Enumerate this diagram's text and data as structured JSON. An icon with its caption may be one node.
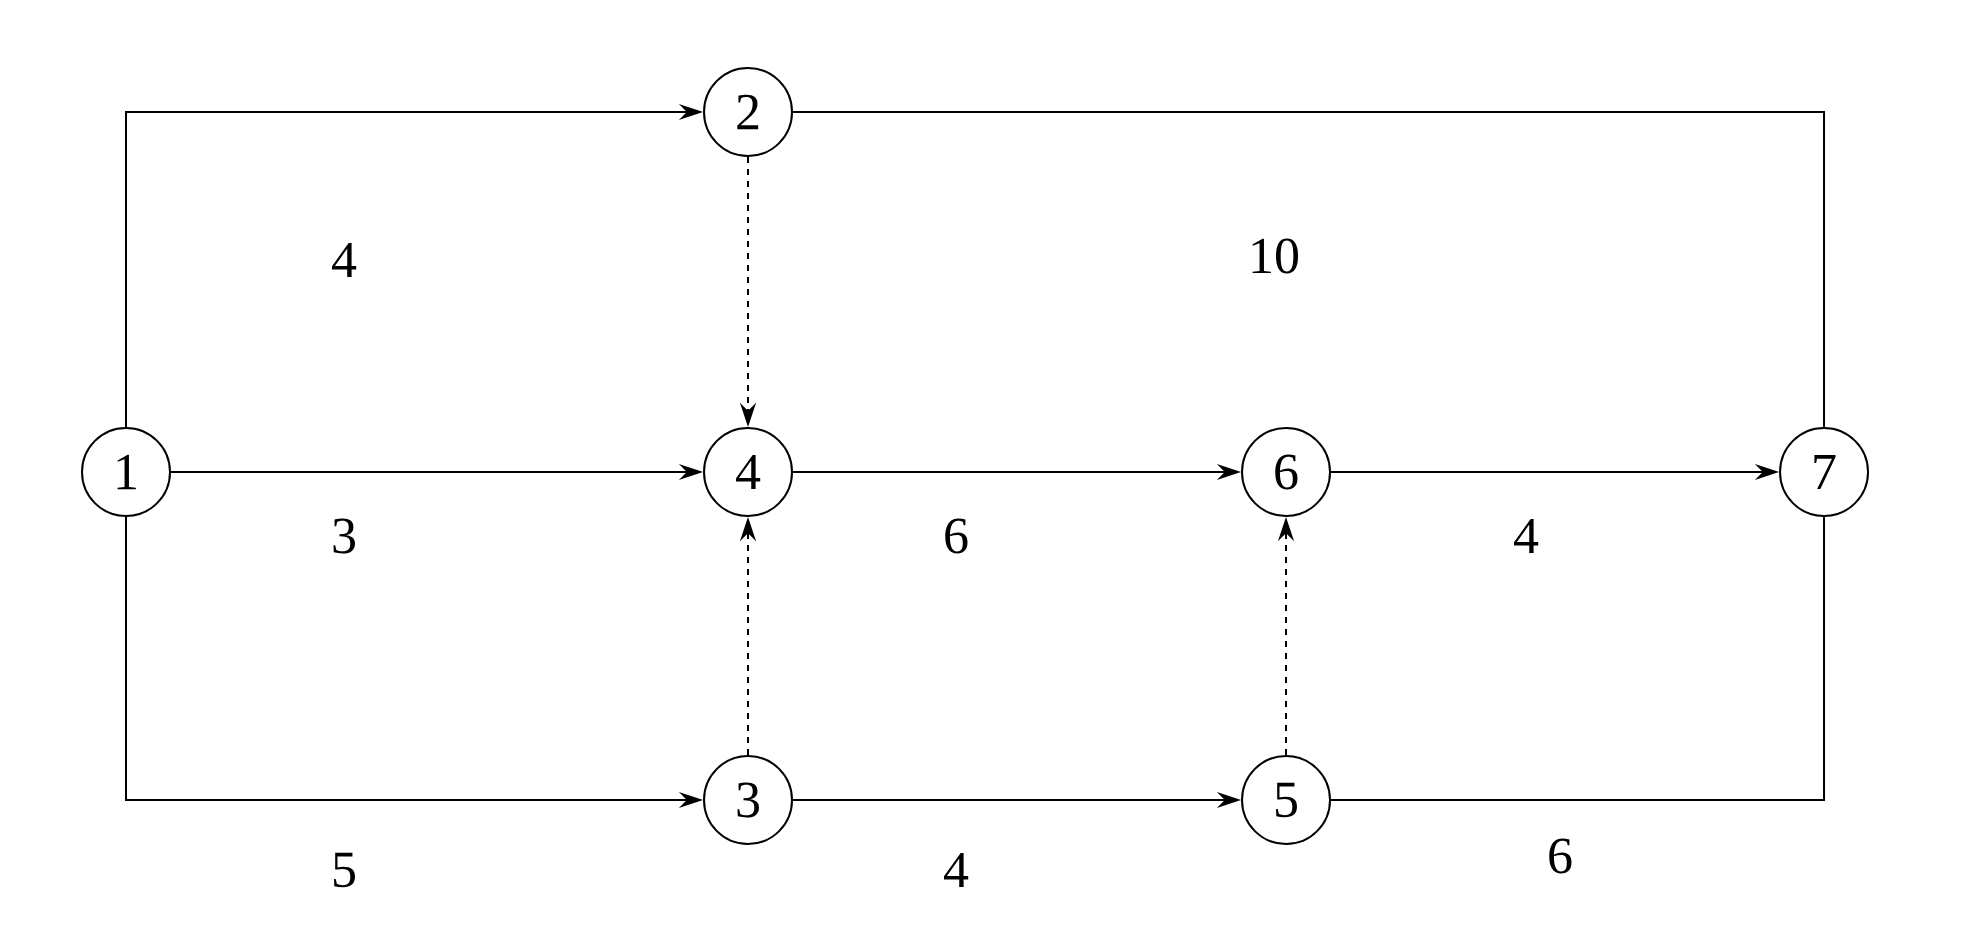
{
  "diagram": {
    "nodes": [
      {
        "text": [
          "1"
        ]
      },
      {
        "text": [
          "2"
        ]
      },
      {
        "text": [
          "3"
        ]
      },
      {
        "text": [
          "4"
        ]
      },
      {
        "text": [
          "5"
        ]
      },
      {
        "text": [
          "6"
        ]
      },
      {
        "text": [
          "7"
        ]
      }
    ],
    "edges": [
      {
        "from": 0,
        "to": 1,
        "arrow": "to",
        "label": "4"
      },
      {
        "from": 1,
        "to": 6,
        "arrow": "none",
        "label": "10"
      },
      {
        "from": 1,
        "to": 3,
        "arrow": "to",
        "style": "dashed"
      },
      {
        "from": 0,
        "to": 3,
        "arrow": "to",
        "label": "3"
      },
      {
        "from": 3,
        "to": 5,
        "arrow": "to",
        "label": "6"
      },
      {
        "from": 5,
        "to": 6,
        "arrow": "to",
        "label": "4"
      },
      {
        "from": 2,
        "to": 3,
        "arrow": "to",
        "style": "dashed"
      },
      {
        "from": 4,
        "to": 5,
        "arrow": "to",
        "style": "dashed"
      },
      {
        "from": 0,
        "to": 2,
        "arrow": "to",
        "label": "5"
      },
      {
        "from": 2,
        "to": 4,
        "arrow": "to",
        "label": "4"
      },
      {
        "from": 4,
        "to": 6,
        "arrow": "none",
        "label": "6"
      }
    ]
  }
}
